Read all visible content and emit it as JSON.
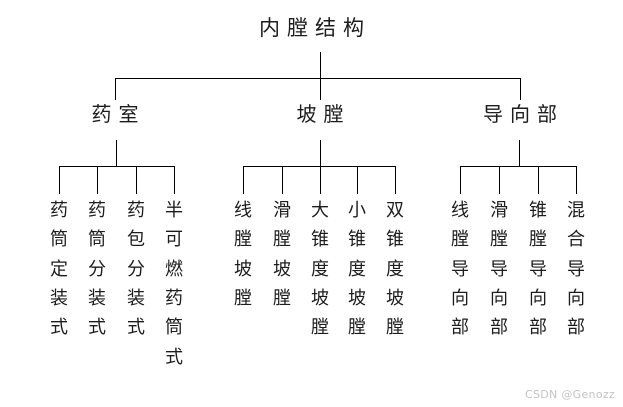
{
  "diagram": {
    "title": "内膛结构",
    "root_label": "内膛结构",
    "branches": [
      {
        "label": "药室"
      },
      {
        "label": "坡膛"
      },
      {
        "label": "导向部"
      }
    ],
    "leaves_group1": [
      {
        "label": "药筒定装式"
      },
      {
        "label": "药筒分装式"
      },
      {
        "label": "药包分装式"
      },
      {
        "label": "半可燃药筒式"
      }
    ],
    "leaves_group2": [
      {
        "label": "线膛坡膛"
      },
      {
        "label": "滑膛坡膛"
      },
      {
        "label": "大锥度坡膛"
      },
      {
        "label": "小锥度坡膛"
      },
      {
        "label": "双锥度坡膛"
      }
    ],
    "leaves_group3": [
      {
        "label": "线膛导向部"
      },
      {
        "label": "滑膛导向部"
      },
      {
        "label": "锥膛导向部"
      },
      {
        "label": "混合导向部"
      }
    ],
    "line_color": "#000000",
    "text_color": "#1d1d1d"
  },
  "watermark": {
    "text": "CSDN @Genozz",
    "color": "#c3c3c3"
  }
}
